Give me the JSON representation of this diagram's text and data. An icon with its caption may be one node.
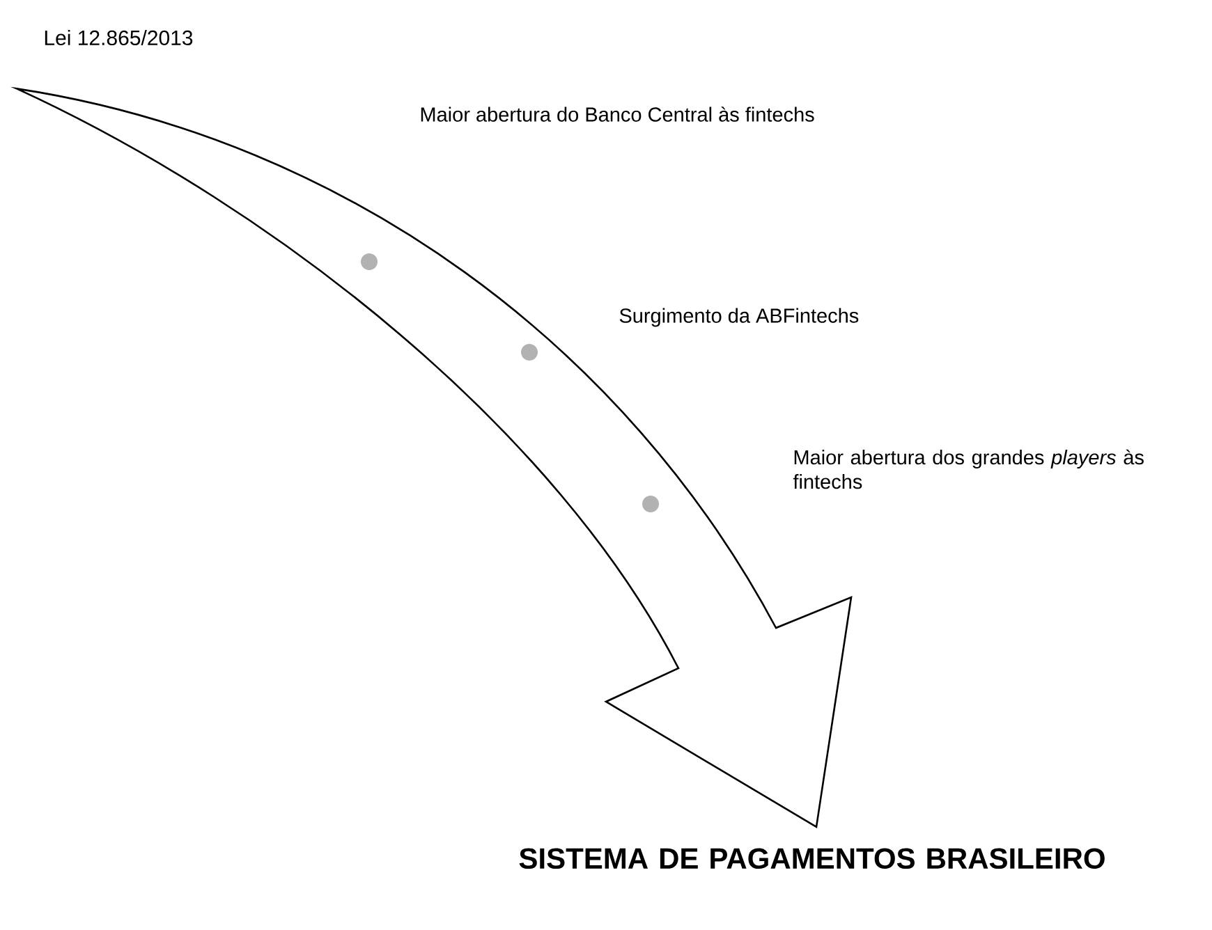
{
  "diagram": {
    "nodes": [
      {
        "text": [
          "Lei 12.865/2013"
        ]
      },
      {
        "text": [
          "SISTEMA DE PAGAMENTOS BRASILEIRO"
        ]
      }
    ],
    "edges": [
      {
        "from": 0,
        "to": 1,
        "arrow": "to"
      }
    ],
    "labels": [
      "Maior abertura do Banco Central às fintechs",
      "Surgimento da ABFintechs",
      "Maior abertura dos grandes *players* às fintechs"
    ]
  }
}
